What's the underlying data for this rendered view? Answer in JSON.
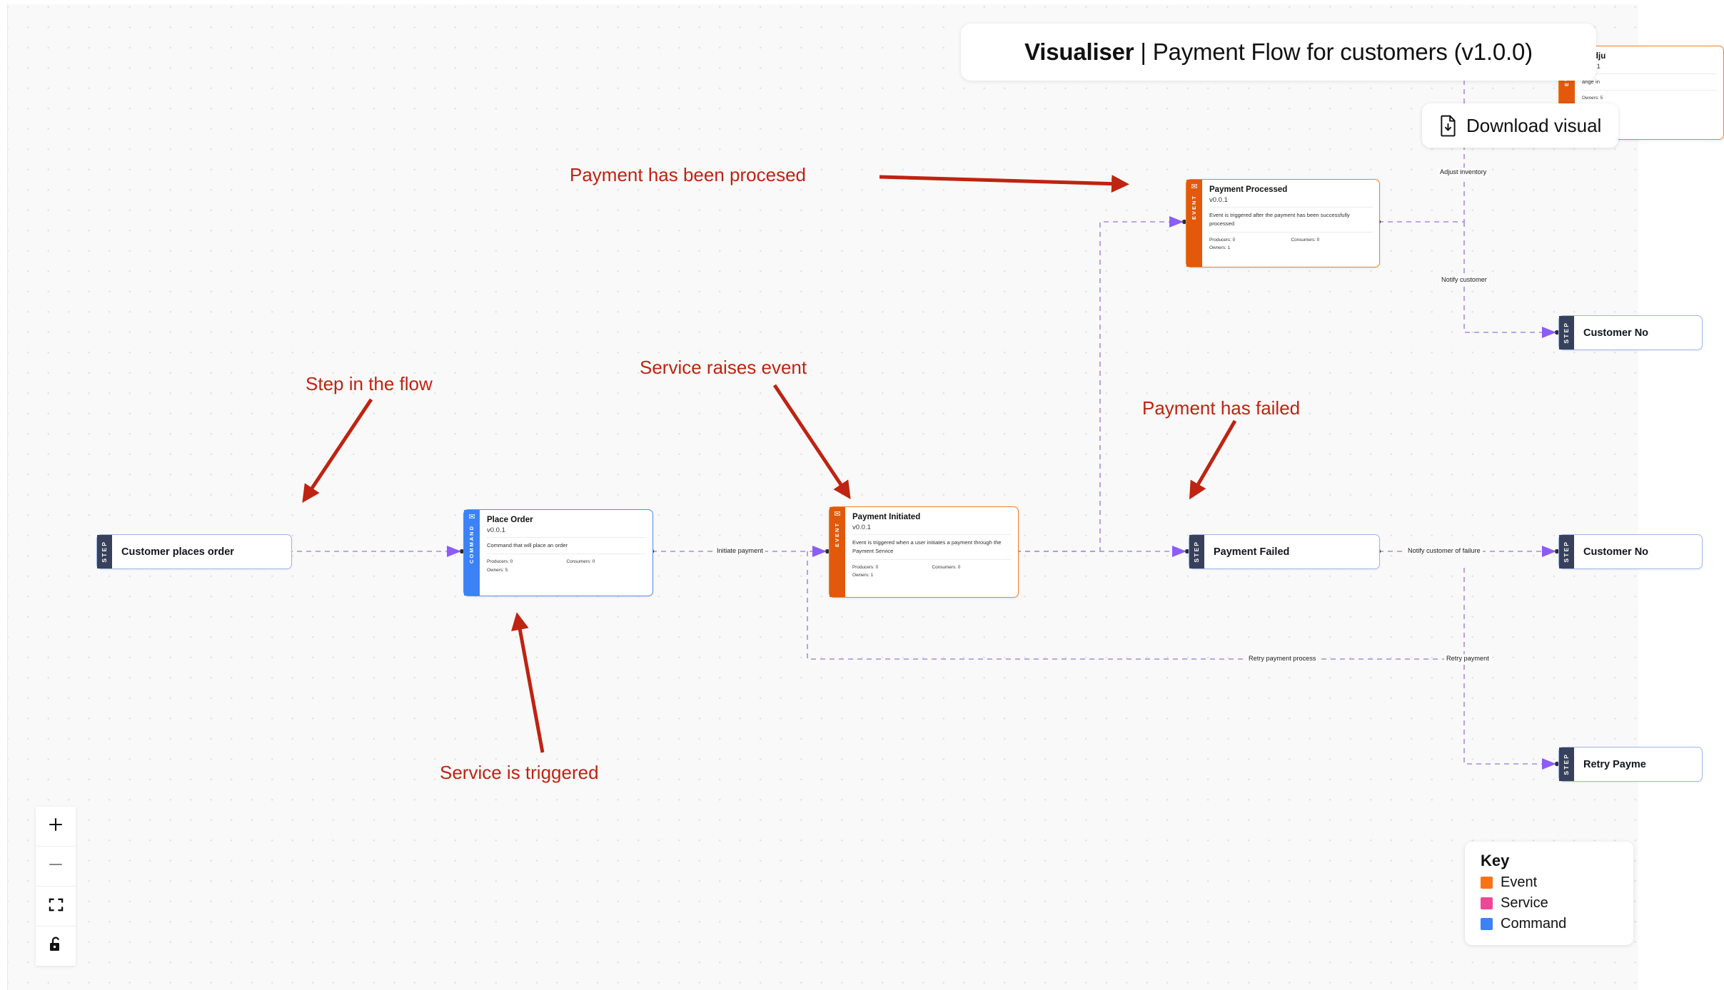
{
  "header": {
    "title_bold": "Visualiser",
    "title_rest": " | Payment Flow for customers (v1.0.0)",
    "download_label": "Download visual",
    "download_icon": "file-download-icon"
  },
  "key": {
    "title": "Key",
    "items": [
      {
        "label": "Event",
        "color": "#f97316"
      },
      {
        "label": "Service",
        "color": "#ec4899"
      },
      {
        "label": "Command",
        "color": "#3b82f6"
      }
    ]
  },
  "zoom_controls": [
    {
      "name": "zoom-in-button",
      "icon": "plus-icon"
    },
    {
      "name": "zoom-out-button",
      "icon": "minus-icon"
    },
    {
      "name": "fit-view-button",
      "icon": "fit-screen-icon"
    },
    {
      "name": "lock-button",
      "icon": "unlock-icon"
    }
  ],
  "nodes": {
    "customer_places_order": {
      "rail": "STEP",
      "label": "Customer places order"
    },
    "place_order": {
      "rail": "COMMAND",
      "title": "Place Order",
      "version": "v0.0.1",
      "description": "Command that will place an order",
      "producers": "Producers: 0",
      "consumers": "Consumers: 0",
      "owners": "Owners: 5"
    },
    "payment_initiated": {
      "rail": "EVENT",
      "title": "Payment Initiated",
      "version": "v0.0.1",
      "description": "Event is triggered when a user initiates a payment through the Payment Service",
      "producers": "Producers: 0",
      "consumers": "Consumers: 0",
      "owners": "Owners: 1"
    },
    "payment_processed": {
      "rail": "EVENT",
      "title": "Payment Processed",
      "version": "v0.0.1",
      "description": "Event is triggered after the payment has been successfully processed",
      "producers": "Producers: 0",
      "consumers": "Consumers: 0",
      "owners": "Owners: 1"
    },
    "payment_failed": {
      "rail": "STEP",
      "label": "Payment Failed"
    },
    "customer_notified_top": {
      "rail": "STEP",
      "label": "Customer No"
    },
    "customer_notified_mid": {
      "rail": "STEP",
      "label": "Customer No"
    },
    "retry_payment_step": {
      "rail": "STEP",
      "label": "Retry Payme"
    },
    "inventory_adjusted": {
      "rail": "EVENT",
      "title_partial": "y adju",
      "version": "v1.0.1",
      "description_partial": "ange in",
      "owners": "Owners: 5"
    }
  },
  "edge_labels": [
    {
      "text": "Initiate payment"
    },
    {
      "text": "Adjust inventory"
    },
    {
      "text": "Notify customer"
    },
    {
      "text": "Notify customer of failure"
    },
    {
      "text": "Retry payment process"
    },
    {
      "text": "Retry payment"
    }
  ],
  "annotations": [
    {
      "text": "Payment has been procesed"
    },
    {
      "text": "Step in the flow"
    },
    {
      "text": "Service raises event"
    },
    {
      "text": "Payment has failed"
    },
    {
      "text": "Service is triggered"
    }
  ],
  "colors": {
    "annotation_red": "#bf2311",
    "edge_purple": "#a78bdd",
    "event_orange": "#e2590c",
    "command_blue": "#3b82f6",
    "step_navy": "#37415b"
  }
}
